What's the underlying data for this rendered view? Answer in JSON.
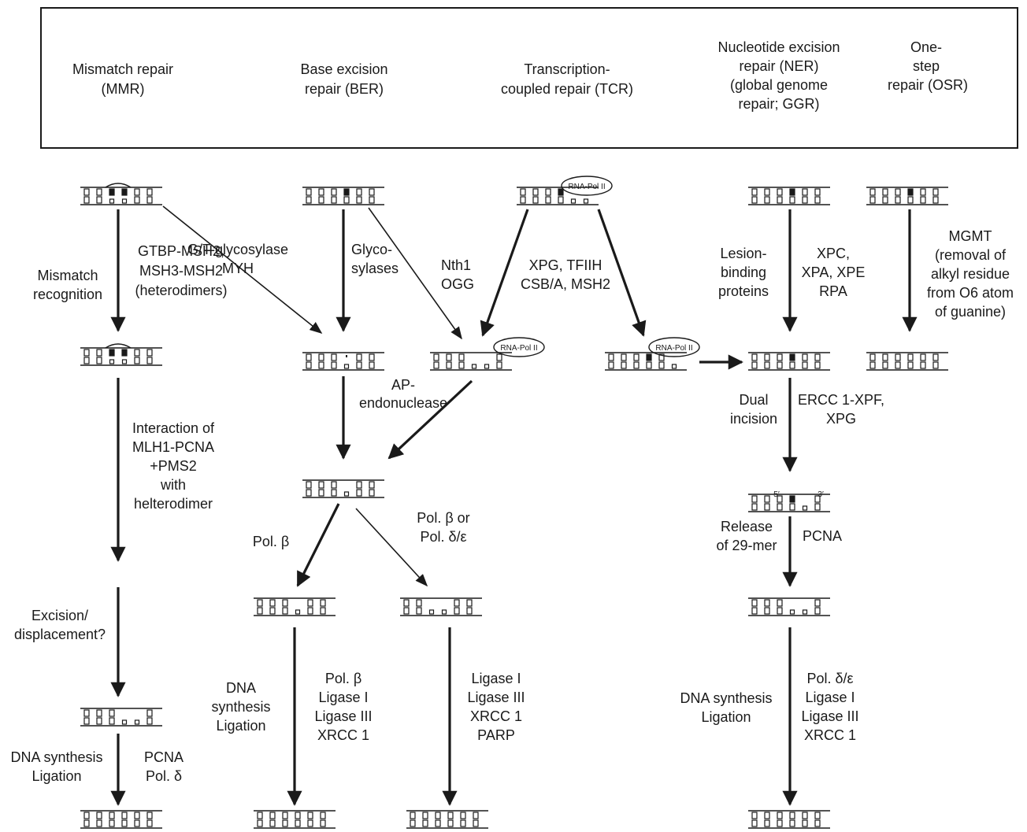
{
  "headers": {
    "mmr": [
      "Mismatch repair",
      "(MMR)"
    ],
    "ber": [
      "Base excision",
      "repair (BER)"
    ],
    "tcr": [
      "Transcription-",
      "coupled repair (TCR)"
    ],
    "ner": [
      "Nucleotide excision",
      "repair (NER)",
      "(global genome",
      "repair; GGR)"
    ],
    "osr": [
      "One-",
      "step",
      "repair (OSR)"
    ]
  },
  "rna_pol": "RNA-Pol II",
  "ner_ends": {
    "five": "5′",
    "three": "3′"
  },
  "mmr": {
    "mismatch_recognition": [
      "Mismatch",
      "recognition"
    ],
    "gtbp": [
      "GTBP-MSH2,",
      "MSH3-MSH2",
      "(heterodimers)"
    ],
    "interaction": [
      "Interaction of",
      "MLH1-PCNA",
      "+PMS2",
      "with",
      "helterodimer"
    ],
    "excision": [
      "Excision/",
      "displacement?"
    ],
    "synthesis": [
      "DNA synthesis",
      "Ligation"
    ],
    "pcna": [
      "PCNA",
      "Pol. δ"
    ]
  },
  "ber": {
    "gt": [
      "G/T-glycosylase",
      "MYH"
    ],
    "glyco": [
      "Glyco-",
      "sylases"
    ],
    "nth": [
      "Nth1",
      "OGG"
    ],
    "ap": [
      "AP-",
      "endonuclease"
    ],
    "polb": "Pol. β",
    "polb_or": [
      "Pol. β or",
      "Pol. δ/ε"
    ],
    "synthesis": [
      "DNA",
      "synthesis",
      "Ligation"
    ],
    "left_enzymes": [
      "Pol. β",
      "Ligase I",
      "Ligase III",
      "XRCC 1"
    ],
    "right_enzymes": [
      "Ligase I",
      "Ligase III",
      "XRCC 1",
      "PARP"
    ]
  },
  "tcr": {
    "xpg": [
      "XPG, TFIIH",
      "CSB/A, MSH2"
    ]
  },
  "ner": {
    "lesion": [
      "Lesion-",
      "binding",
      "proteins"
    ],
    "xpc": [
      "XPC,",
      "XPA, XPE",
      "RPA"
    ],
    "dual": [
      "Dual",
      "incision"
    ],
    "ercc": [
      "ERCC 1-XPF,",
      "XPG"
    ],
    "release": [
      "Release",
      "of 29-mer"
    ],
    "pcna": "PCNA",
    "synthesis": [
      "DNA synthesis",
      "Ligation"
    ],
    "enzymes": [
      "Pol. δ/ε",
      "Ligase I",
      "Ligase III",
      "XRCC 1"
    ]
  },
  "osr": {
    "mgmt": [
      "MGMT",
      "(removal of",
      "alkyl residue",
      "from O6 atom",
      "of guanine)"
    ]
  }
}
